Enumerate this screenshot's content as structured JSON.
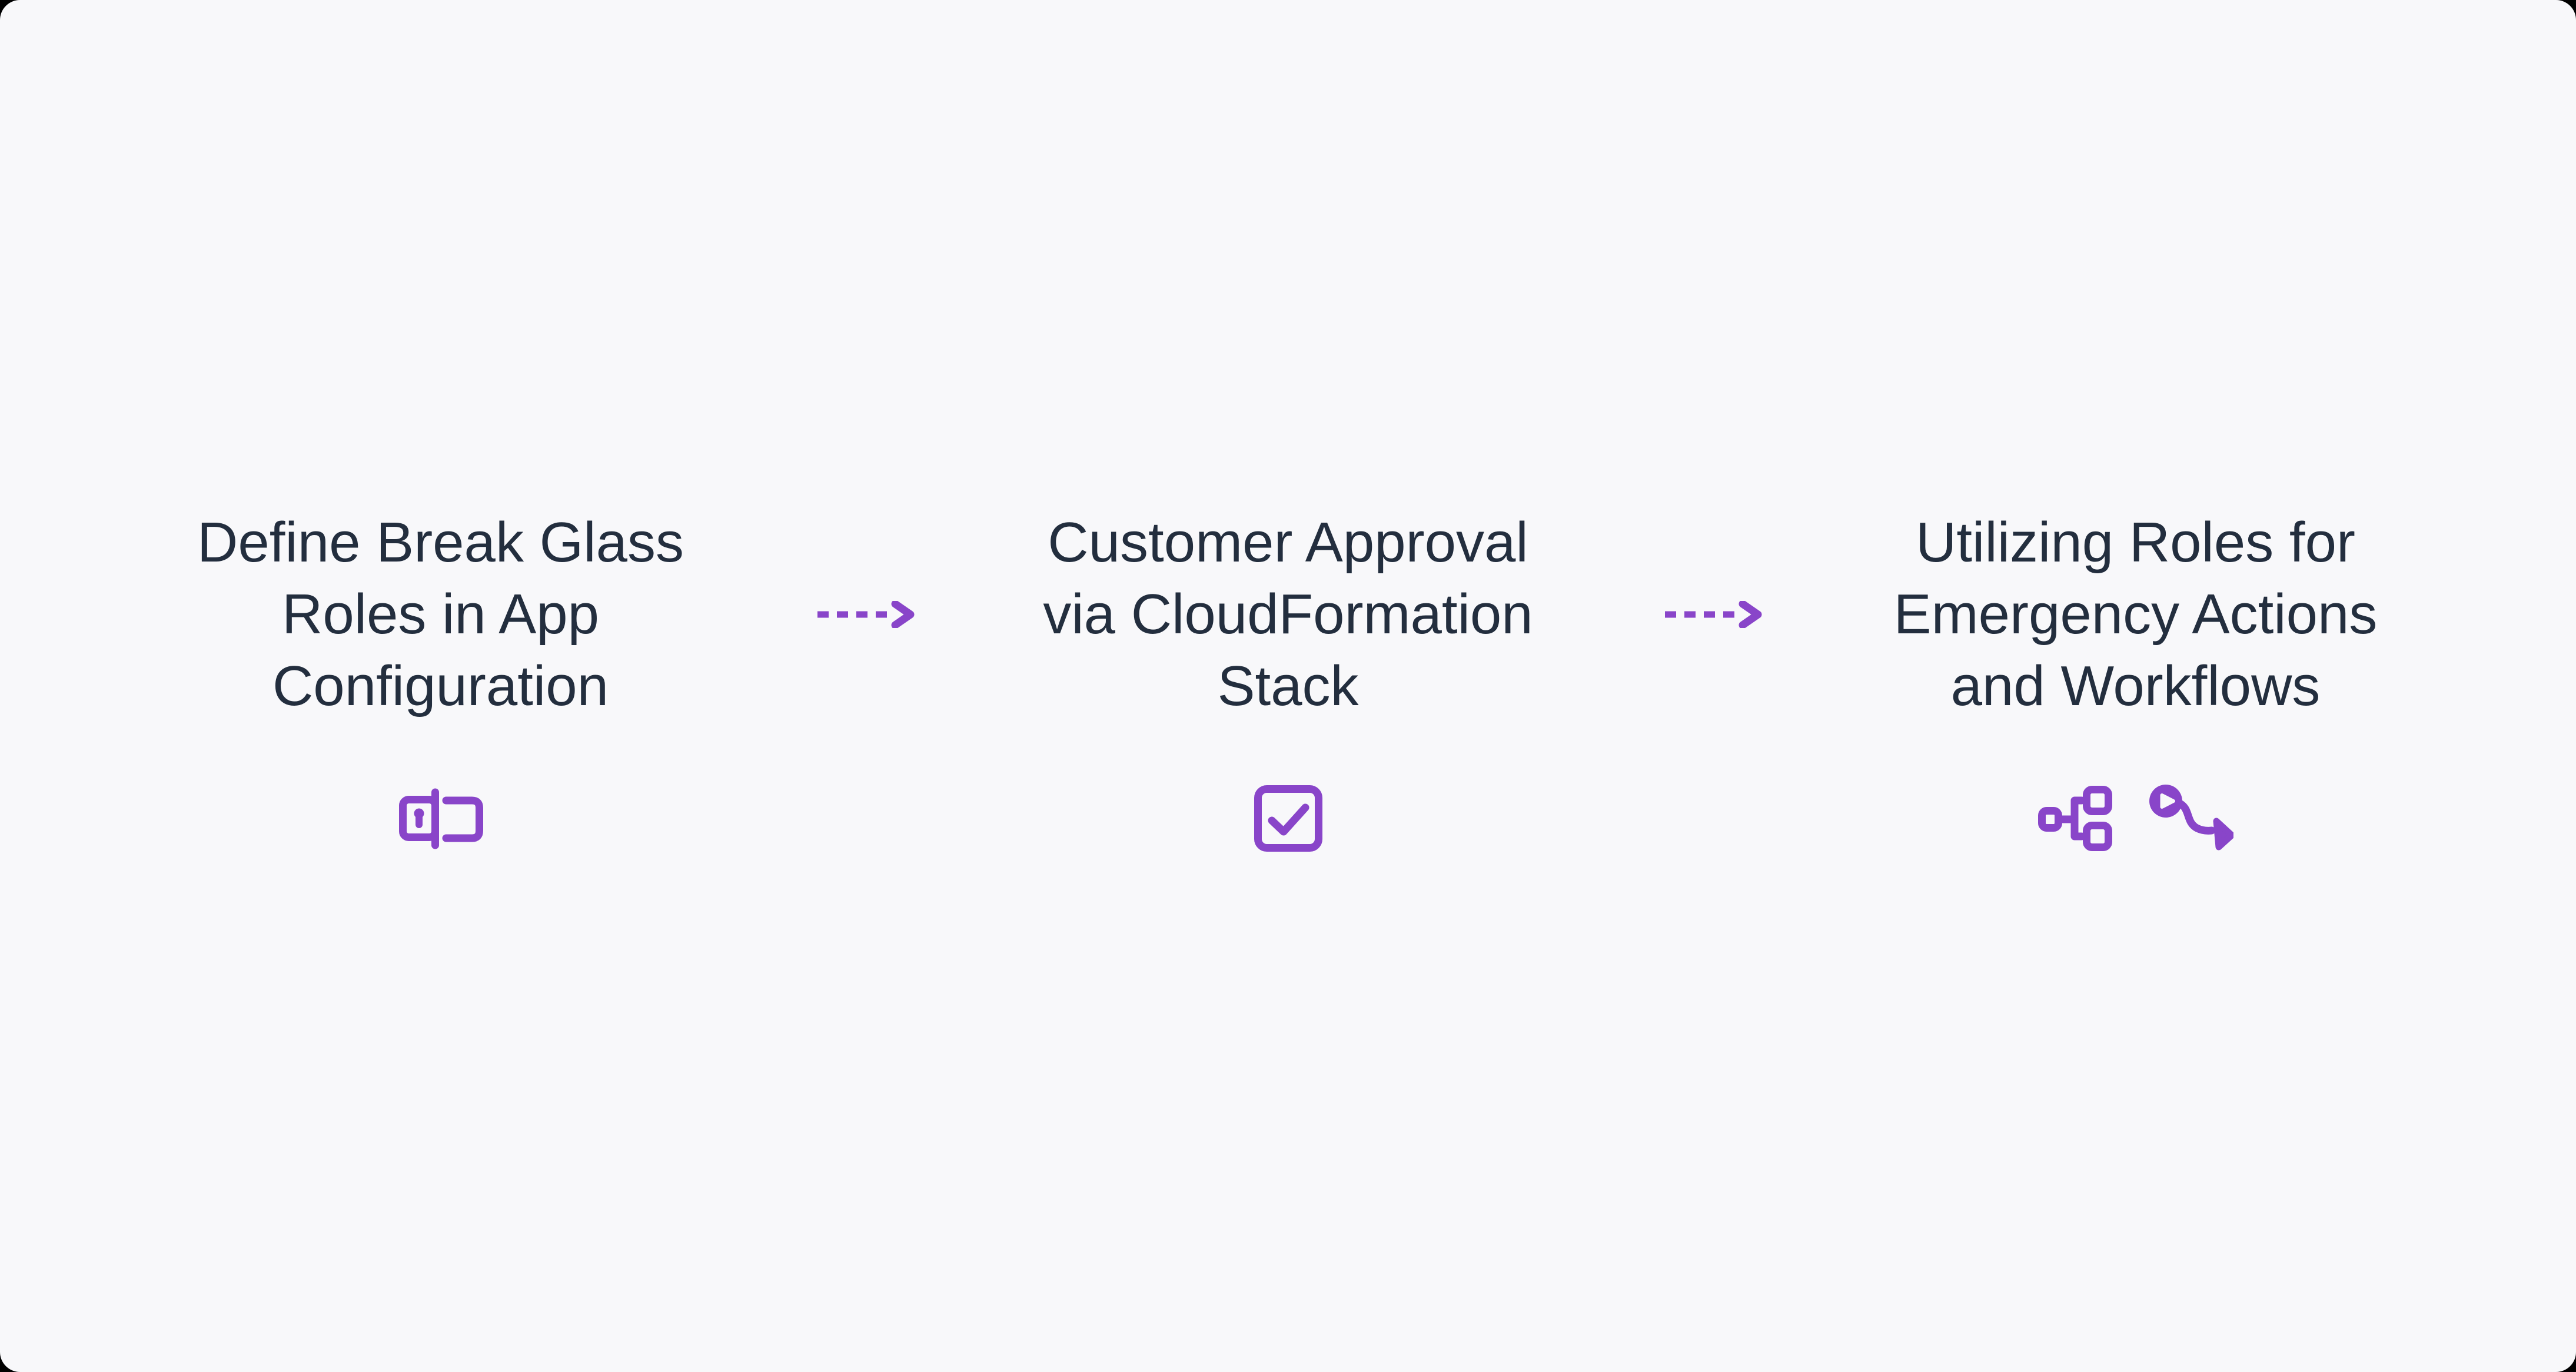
{
  "page": {
    "background": "#f8f8fa",
    "outside_background": "#000000",
    "accent": "#8945c9",
    "text_color": "#232e3e"
  },
  "steps": [
    {
      "id": "step-1",
      "title": "Define Break Glass\nRoles in App\nConfiguration",
      "icons": [
        "door-lock-icon"
      ]
    },
    {
      "id": "step-2",
      "title": "Customer Approval\nvia CloudFormation\nStack",
      "icons": [
        "checkbox-checked-icon"
      ]
    },
    {
      "id": "step-3",
      "title": "Utilizing Roles for\nEmergency Actions\nand Workflows",
      "icons": [
        "hierarchy-nodes-icon",
        "play-wavy-arrow-icon"
      ]
    }
  ],
  "connectors": [
    {
      "id": "connector-1",
      "type": "dashed-arrow-right"
    },
    {
      "id": "connector-2",
      "type": "dashed-arrow-right"
    }
  ]
}
